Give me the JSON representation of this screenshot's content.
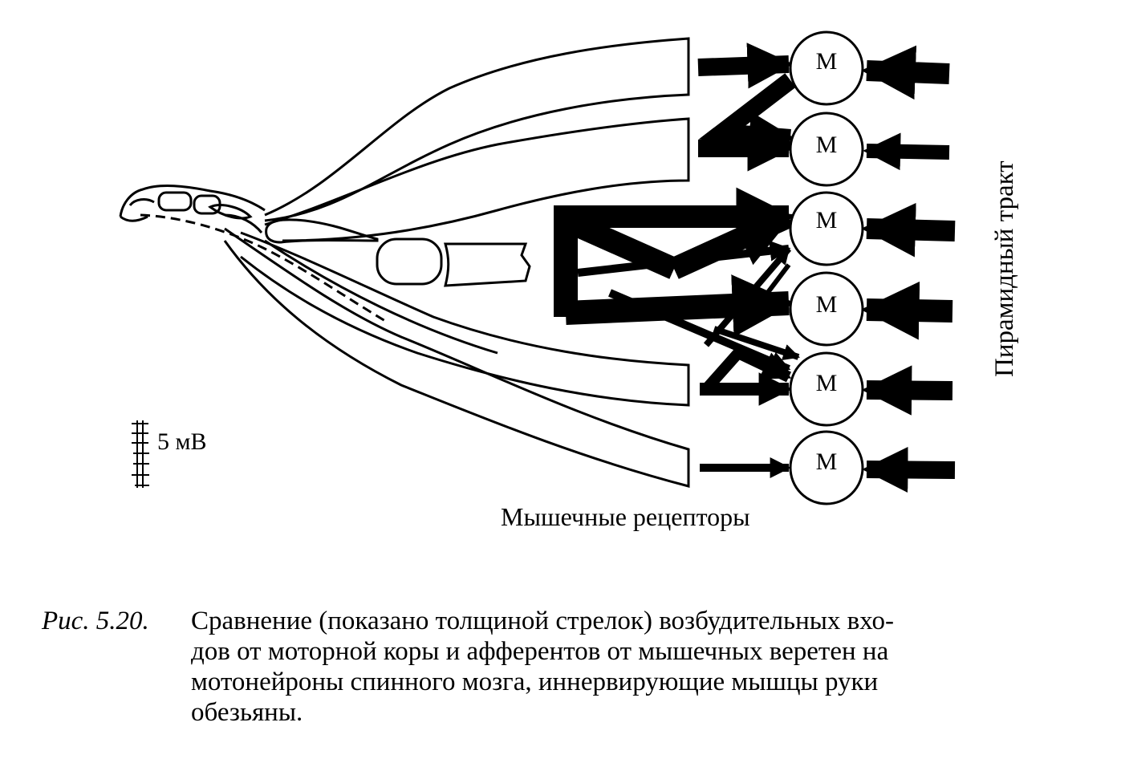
{
  "neurons": [
    {
      "label": "M"
    },
    {
      "label": "M"
    },
    {
      "label": "M"
    },
    {
      "label": "M"
    },
    {
      "label": "M"
    },
    {
      "label": "M"
    }
  ],
  "scale_label": "5 мВ",
  "receptors_label": "Мышечные рецепторы",
  "tract_label": "Пирамидный тракт",
  "caption": {
    "number": "Рис. 5.20.",
    "lines": [
      "Сравнение (показано толщиной стрелок) возбудительных вхо-",
      "дов от моторной коры и афферентов от мышечных веретен на",
      "мотонейроны спинного мозга, иннервирующие мышцы руки",
      "обезьяны."
    ]
  },
  "colors": {
    "ink": "#000000",
    "paper": "#ffffff"
  }
}
